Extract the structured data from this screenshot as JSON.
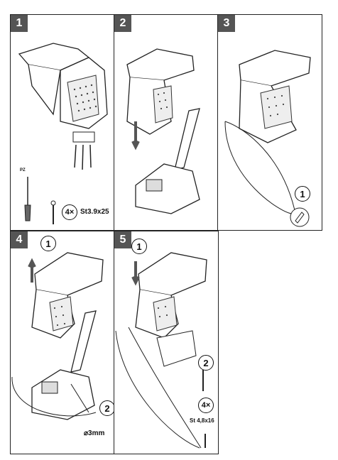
{
  "steps": [
    {
      "number": "1",
      "callouts": {
        "qty": "4×",
        "screw_spec": "St3.9x25",
        "screwdriver_tip": "PZ"
      }
    },
    {
      "number": "2"
    },
    {
      "number": "3",
      "callouts": {
        "marker": "1"
      }
    },
    {
      "number": "4",
      "callouts": {
        "marker_1": "1",
        "marker_2": "2",
        "drill": "⌀3mm"
      }
    },
    {
      "number": "5",
      "callouts": {
        "marker_1": "1",
        "marker_2": "2",
        "qty": "4×",
        "screw_spec": "St 4,8x16"
      }
    }
  ],
  "colors": {
    "badge": "#555555",
    "line": "#222222"
  }
}
